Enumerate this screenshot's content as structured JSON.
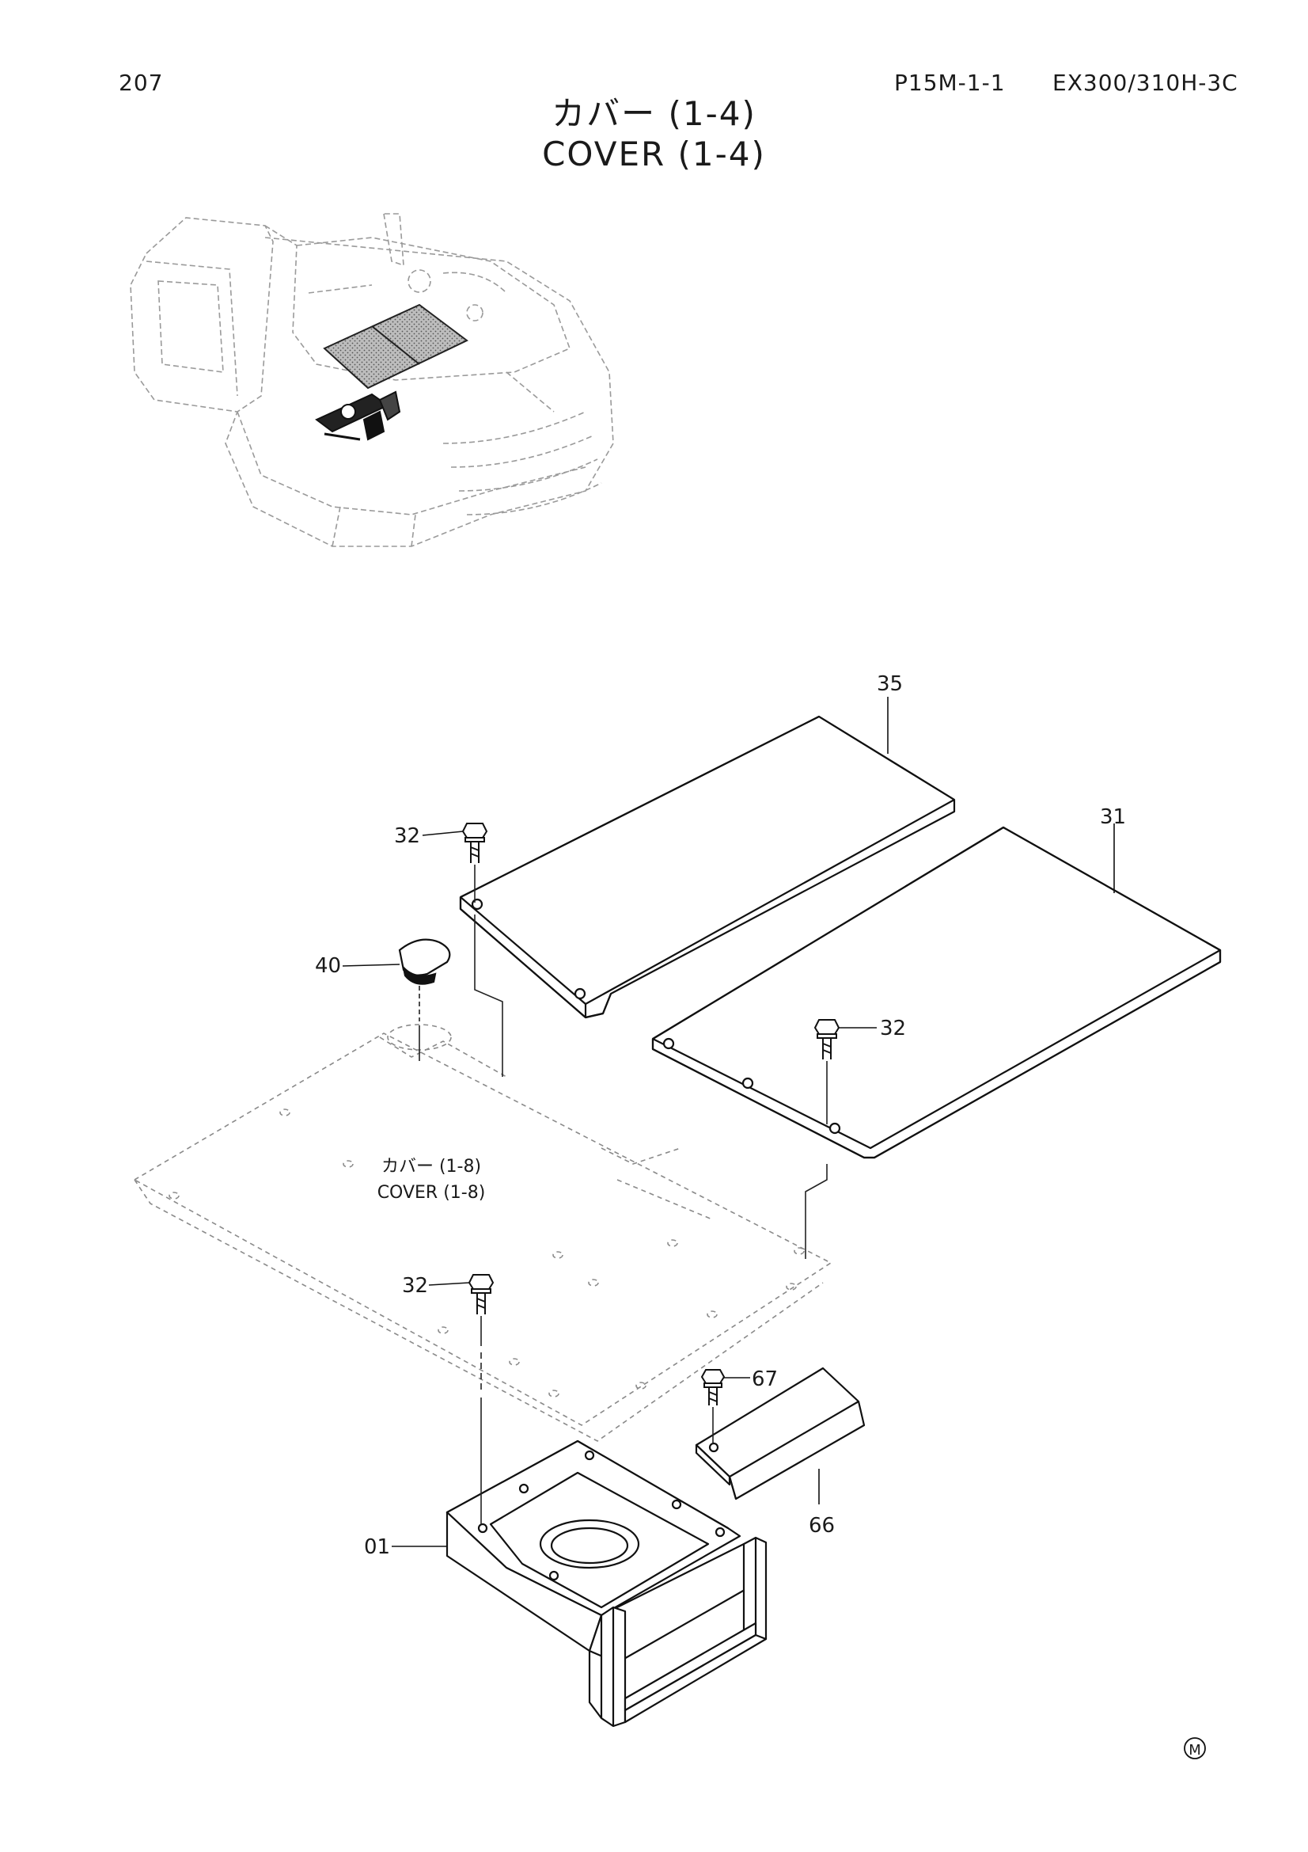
{
  "header": {
    "page_number": "207",
    "drawing_code": "P15M-1-1",
    "model_code": "EX300/310H-3C",
    "title_ja": "カバー (1-4)",
    "title_en": "COVER (1-4)"
  },
  "callouts": {
    "c35": "35",
    "c31": "31",
    "c32a": "32",
    "c40": "40",
    "c32b": "32",
    "c32c": "32",
    "c67": "67",
    "c66": "66",
    "c01": "01"
  },
  "reference": {
    "label_ja": "カバー (1-8)",
    "label_en": "COVER (1-8)"
  },
  "footer": {
    "mark": "M"
  }
}
